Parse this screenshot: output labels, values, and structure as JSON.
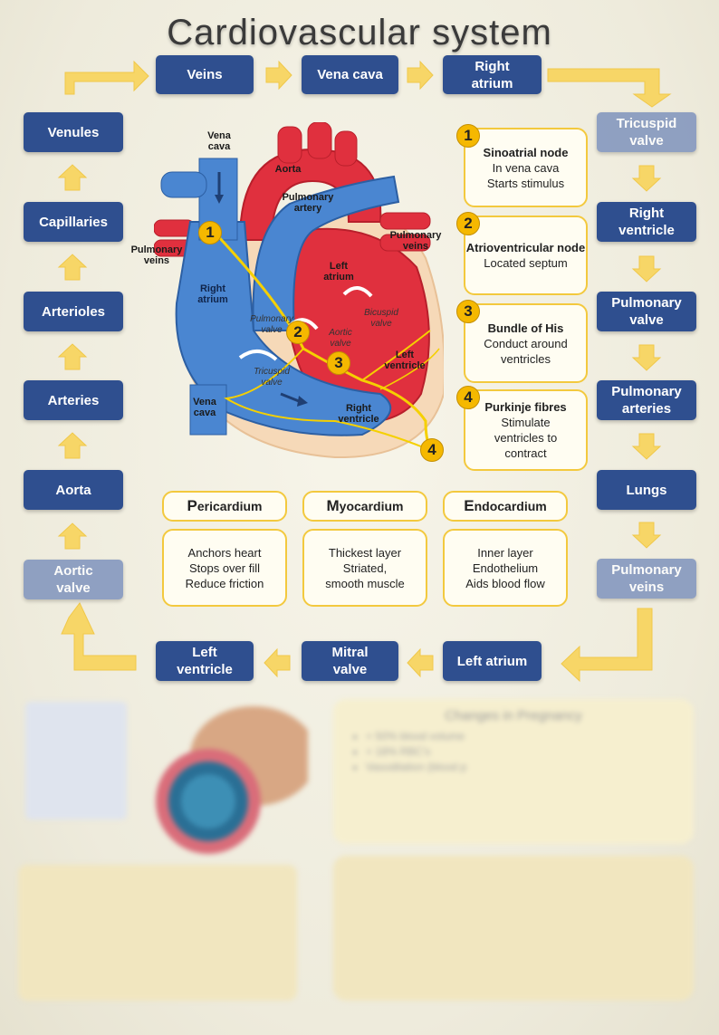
{
  "title": "Cardiovascular system",
  "flow": {
    "veins": "Veins",
    "vena_cava": "Vena cava",
    "right_atrium": "Right\natrium",
    "tricuspid_valve": "Tricuspid\nvalve",
    "right_ventricle": "Right\nventricle",
    "pulmonary_valve": "Pulmonary\nvalve",
    "pulmonary_arteries": "Pulmonary\narteries",
    "lungs": "Lungs",
    "pulmonary_veins": "Pulmonary\nveins",
    "left_atrium": "Left atrium",
    "mitral_valve": "Mitral\nvalve",
    "left_ventricle": "Left\nventricle",
    "aortic_valve": "Aortic\nvalve",
    "aorta": "Aorta",
    "arteries": "Arteries",
    "arterioles": "Arterioles",
    "capillaries": "Capillaries",
    "venules": "Venules"
  },
  "conduction": [
    {
      "num": "1",
      "heading": "Sinoatrial node",
      "lines": [
        "In vena cava",
        "Starts stimulus"
      ]
    },
    {
      "num": "2",
      "heading": "Atrioventricular node",
      "lines": [
        "Located septum"
      ]
    },
    {
      "num": "3",
      "heading": "Bundle of His",
      "lines": [
        "Conduct around",
        "ventricles"
      ]
    },
    {
      "num": "4",
      "heading": "Purkinje fibres",
      "lines": [
        "Stimulate",
        "ventricles to",
        "contract"
      ]
    }
  ],
  "layers": [
    {
      "initial": "P",
      "rest": "ericardium",
      "body": "Anchors heart\nStops over fill\nReduce friction"
    },
    {
      "initial": "M",
      "rest": "yocardium",
      "body": "Thickest layer\nStriated,\nsmooth muscle"
    },
    {
      "initial": "E",
      "rest": "ndocardium",
      "body": "Inner layer\nEndothelium\nAids blood flow"
    }
  ],
  "heart_labels": {
    "vena_cava_top": "Vena\ncava",
    "aorta": "Aorta",
    "pulmonary_artery": "Pulmonary\nartery",
    "pulmonary_veins_left": "Pulmonary\nveins",
    "pulmonary_veins_right": "Pulmonary\nveins",
    "right_atrium": "Right\natrium",
    "left_atrium": "Left\natrium",
    "pulmonary_valve": "Pulmonary\nvalve",
    "aortic_valve": "Aortic\nvalve",
    "bicuspid_valve": "Bicuspid\nvalve",
    "left_ventricle": "Left\nventricle",
    "tricuspid_valve": "Tricuspid\nvalve",
    "right_ventricle": "Right\nventricle",
    "vena_cava_bottom": "Vena\ncava"
  },
  "pregnancy": {
    "heading": "Changes in Pregnancy",
    "items": [
      "+ 50% blood volume",
      "+ 18% RBC's",
      "Vasodilation (blood p"
    ]
  },
  "colors": {
    "box": "#2f4f8f",
    "arrow": "#f7d667",
    "highlight": "#f5b800",
    "oxygenated": "#e0303e",
    "deoxygenated": "#4a86d1"
  }
}
